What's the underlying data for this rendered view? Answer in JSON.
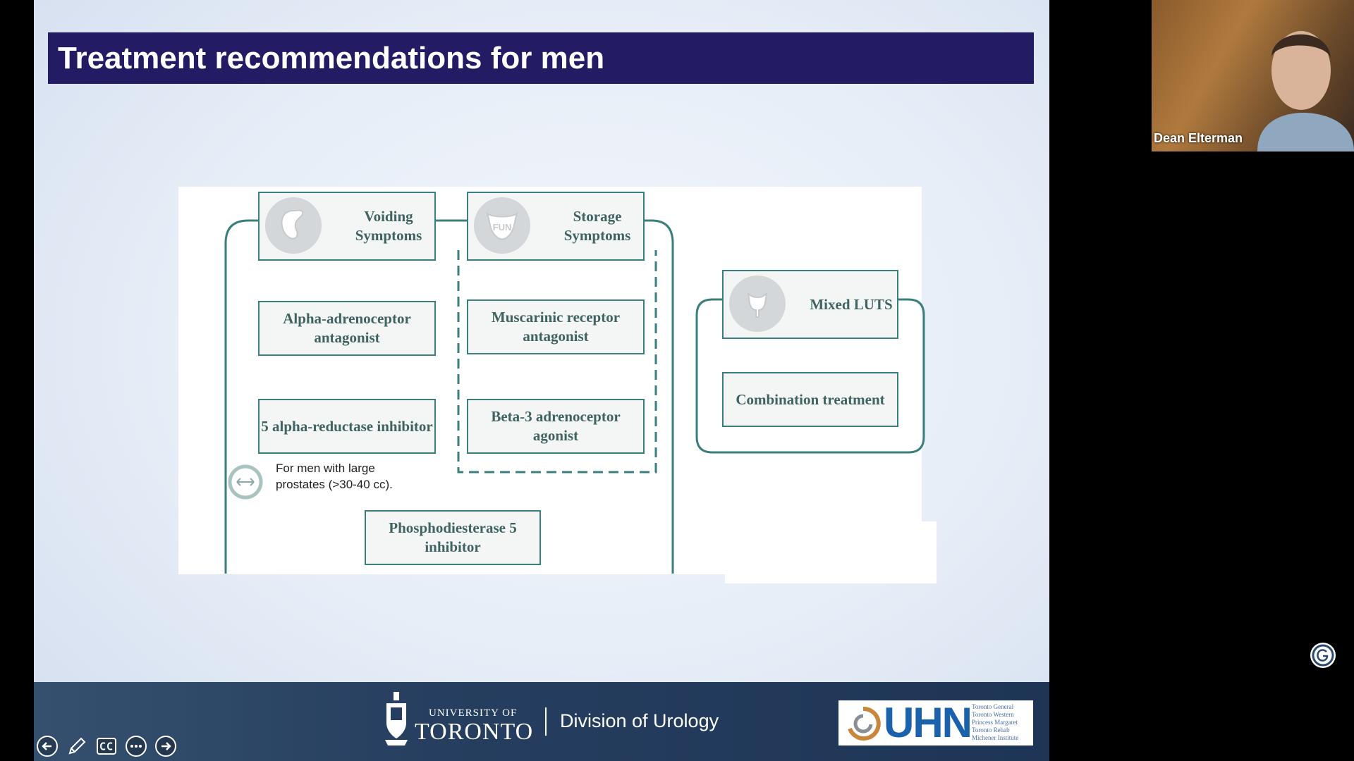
{
  "slide": {
    "title": "Treatment recommendations for men",
    "voiding_header": "Voiding Symptoms",
    "storage_header": "Storage Symptoms",
    "mixed_header": "Mixed LUTS",
    "alpha_blocker": "Alpha-adrenoceptor antagonist",
    "five_ari": "5 alpha-reductase inhibitor",
    "muscarinic": "Muscarinic receptor antagonist",
    "beta3": "Beta-3 adrenoceptor agonist",
    "combination": "Combination treatment",
    "pde5": "Phosphodiesterase 5 inhibitor",
    "note_line1": "For men with large",
    "note_line2": "prostates (>30-40 cc).",
    "storage_icon_text": "FUN"
  },
  "footer": {
    "uoft_small": "UNIVERSITY OF",
    "uoft_big": "TORONTO",
    "division": "Division of Urology",
    "uhn": "UHN",
    "uhn_hospitals": [
      "Toronto General",
      "Toronto Western",
      "Princess Margaret",
      "Toronto Rehab",
      "Michener Institute"
    ]
  },
  "video": {
    "participant_name": "Dean Elterman"
  },
  "icons": {
    "previous": "arrow-left-icon",
    "pen": "pen-icon",
    "captions": "cc-icon",
    "more": "more-icon",
    "next": "arrow-right-icon",
    "app": "g-circle-icon"
  },
  "colors": {
    "title_bar": "#231b63",
    "box_border": "#3b7f7d",
    "footer": "#263e5f",
    "uhn_blue": "#1b62ad"
  }
}
